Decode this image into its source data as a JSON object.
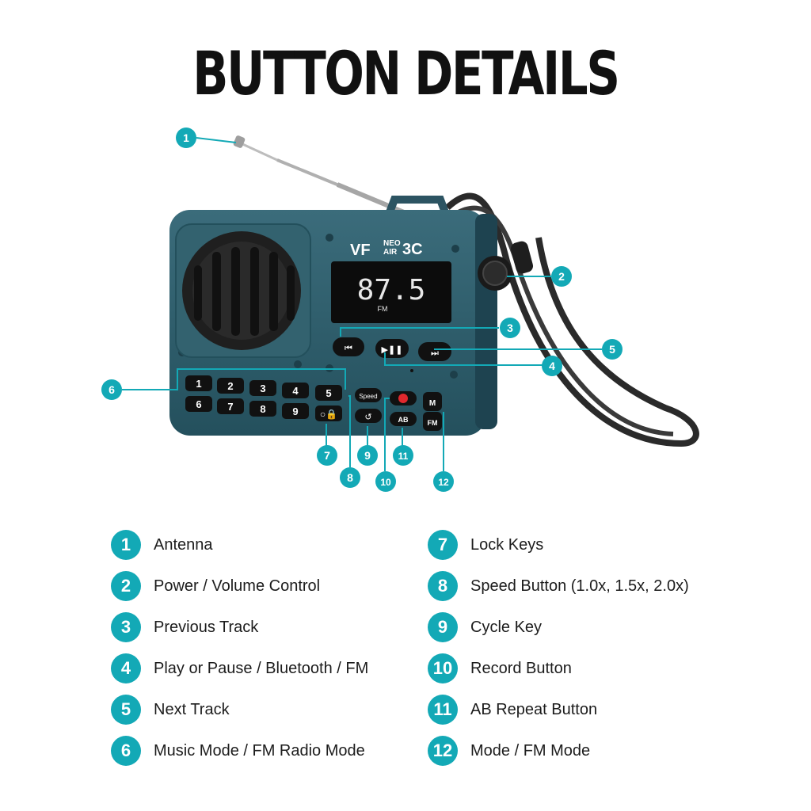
{
  "title": "BUTTON DETAILS",
  "colors": {
    "accent": "#13a9b6",
    "body": "#2e5a68",
    "display": "#0c0c0c"
  },
  "device": {
    "brand_mark": "VF",
    "model_line1": "NEO",
    "model_line2": "AIR",
    "model_suffix": "3C",
    "display_frequency": "87.5",
    "display_band": "FM",
    "keypad": [
      "1",
      "2",
      "3",
      "4",
      "5",
      "6",
      "7",
      "8",
      "9"
    ],
    "speed_label": "Speed",
    "ab_label": "AB",
    "m_label": "M",
    "fm_label": "FM"
  },
  "callouts": [
    "1",
    "2",
    "3",
    "4",
    "5",
    "6",
    "7",
    "8",
    "9",
    "10",
    "11",
    "12"
  ],
  "legend": [
    {
      "number": "1",
      "label": "Antenna"
    },
    {
      "number": "2",
      "label": "Power / Volume Control"
    },
    {
      "number": "3",
      "label": "Previous Track"
    },
    {
      "number": "4",
      "label": "Play or Pause / Bluetooth / FM"
    },
    {
      "number": "5",
      "label": "Next Track"
    },
    {
      "number": "6",
      "label": "Music Mode / FM Radio Mode"
    },
    {
      "number": "7",
      "label": "Lock Keys"
    },
    {
      "number": "8",
      "label": "Speed Button (1.0x, 1.5x, 2.0x)"
    },
    {
      "number": "9",
      "label": "Cycle Key"
    },
    {
      "number": "10",
      "label": "Record Button"
    },
    {
      "number": "11",
      "label": "AB Repeat Button"
    },
    {
      "number": "12",
      "label": "Mode / FM Mode"
    }
  ]
}
